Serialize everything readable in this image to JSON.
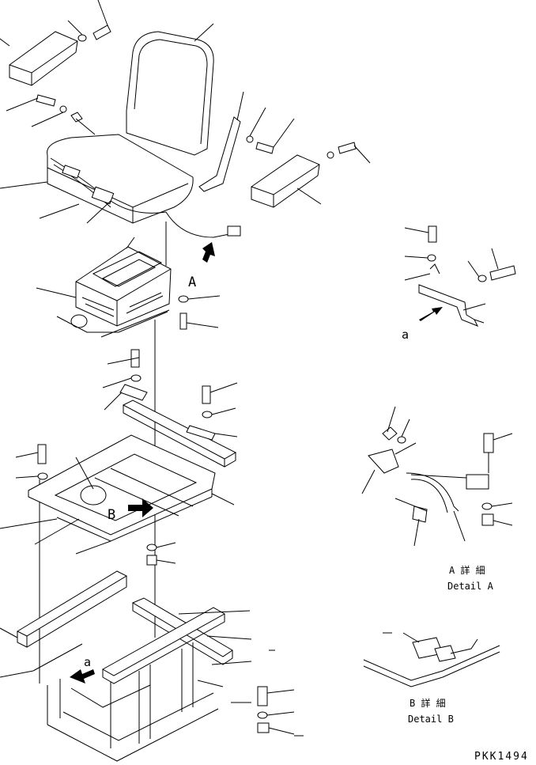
{
  "labels": {
    "view_a": "A",
    "view_b": "B",
    "arrow_a_right": "a",
    "arrow_a_bottom": "a"
  },
  "detail_a": {
    "title_jp": "A 詳 細",
    "title_en": "Detail A"
  },
  "detail_b": {
    "title_jp": "B 詳 細",
    "title_en": "Detail B"
  },
  "drawing_code": "PKK1494"
}
